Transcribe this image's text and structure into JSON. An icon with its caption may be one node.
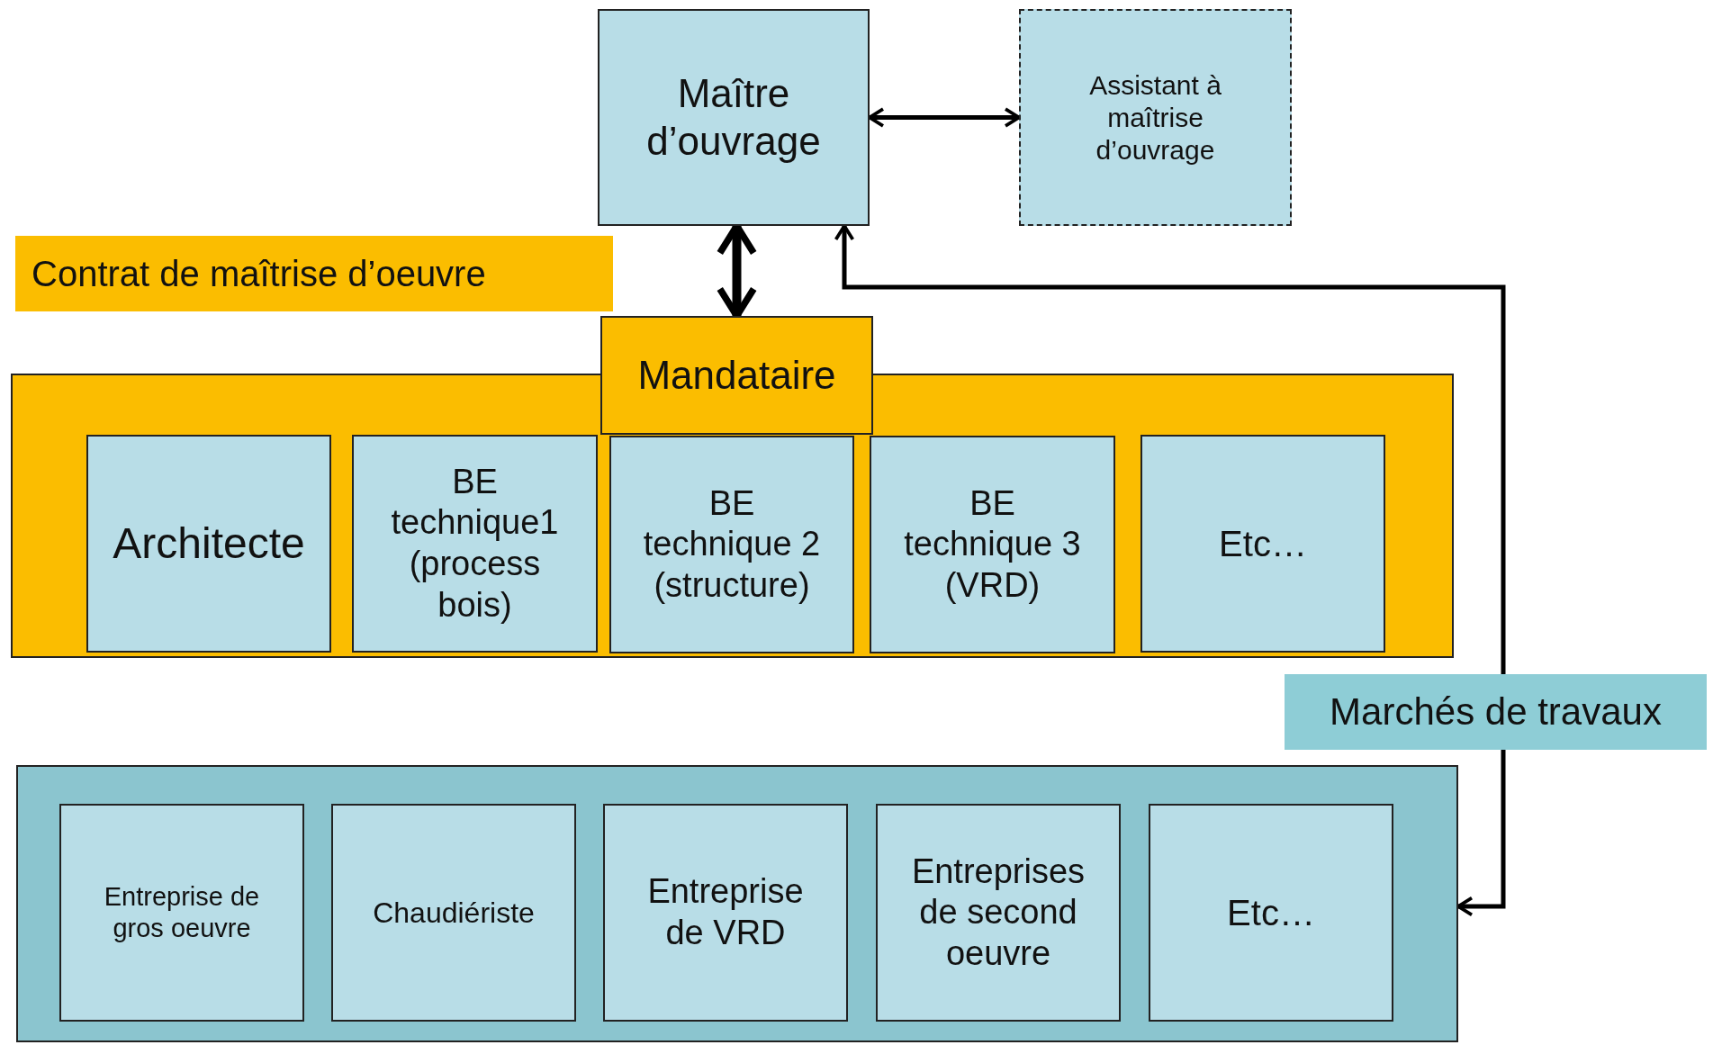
{
  "diagram": {
    "nodes": [
      {
        "text": [
          "Maître d’ouvrage"
        ]
      },
      {
        "text": [
          "Assistant à maîtrise d’ouvrage"
        ]
      },
      {
        "text": [
          "Contrat de maîtrise d’oeuvre"
        ]
      },
      {
        "text": [],
        "shape": "box"
      },
      {
        "text": [
          "Mandataire"
        ]
      },
      {
        "text": [
          "Architecte"
        ],
        "in": 3
      },
      {
        "text": [
          "BE technique1 (process bois)"
        ],
        "in": 3
      },
      {
        "text": [
          "BE technique 2 (structure)"
        ],
        "in": 3
      },
      {
        "text": [
          "BE technique 3 (VRD)"
        ],
        "in": 3
      },
      {
        "text": [
          "Etc…"
        ],
        "in": 3
      },
      {
        "text": [],
        "shape": "box"
      },
      {
        "text": [
          "Entreprise de gros oeuvre"
        ],
        "in": 10
      },
      {
        "text": [
          "Chaudiériste"
        ],
        "in": 10
      },
      {
        "text": [
          "Entreprise de VRD"
        ],
        "in": 10
      },
      {
        "text": [
          "Entreprises de second oeuvre"
        ],
        "in": 10
      },
      {
        "text": [
          "Etc…"
        ],
        "in": 10
      }
    ],
    "edges": [
      {
        "from": 0,
        "to": 1,
        "arrow": "both"
      },
      {
        "from": 0,
        "to": 4,
        "arrow": "both",
        "style": "thick"
      },
      {
        "from": 10,
        "to": 0,
        "arrow": "both",
        "label": "Marchés de travaux"
      }
    ]
  }
}
